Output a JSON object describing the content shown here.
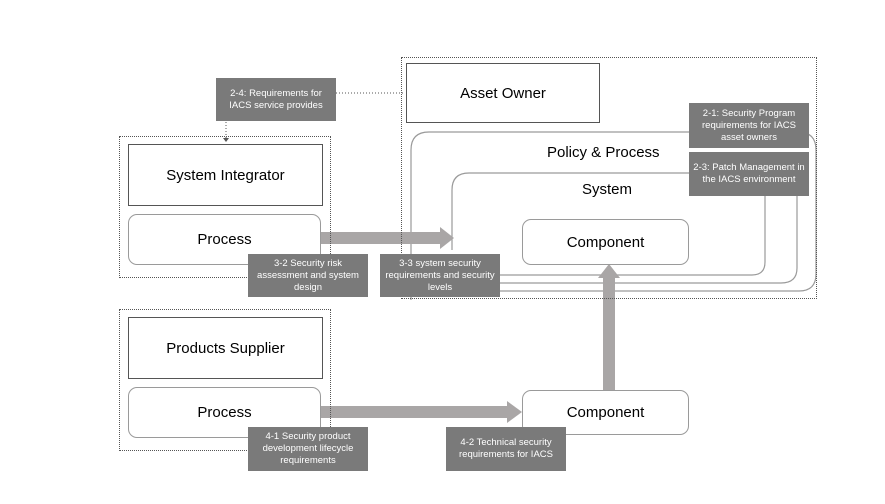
{
  "labels": {
    "asset_owner": "Asset Owner",
    "policy_process": "Policy & Process",
    "system": "System",
    "component_top": "Component",
    "system_integrator": "System Integrator",
    "process_integrator": "Process",
    "products_supplier": "Products Supplier",
    "process_supplier": "Process",
    "component_bottom": "Component"
  },
  "tags": {
    "t24": "2-4: Requirements for IACS service provides",
    "t21": "2-1: Security Program requirements for IACS asset owners",
    "t23": "2-3: Patch Management in the IACS environment",
    "t32": "3-2 Security risk assessment and system design",
    "t33": "3-3 system security requirements and security levels",
    "t41": "4-1 Security product development lifecycle requirements",
    "t42": "4-2 Technical security requirements for IACS"
  },
  "colors": {
    "tag_bg": "#7a7a7a",
    "arrow": "#a9a6a6",
    "outline": "#9a9a9a"
  }
}
